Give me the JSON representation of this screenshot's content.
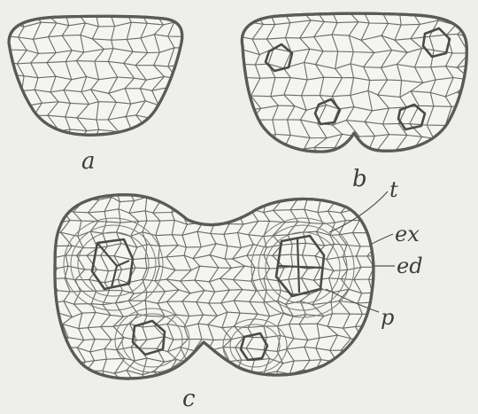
{
  "figure": {
    "panels": [
      {
        "id": "a",
        "label": "a"
      },
      {
        "id": "b",
        "label": "b"
      },
      {
        "id": "c",
        "label": "c"
      }
    ],
    "annotations": [
      {
        "id": "t",
        "label": "t"
      },
      {
        "id": "ex",
        "label": "ex"
      },
      {
        "id": "ed",
        "label": "ed"
      },
      {
        "id": "p",
        "label": "p"
      }
    ]
  }
}
